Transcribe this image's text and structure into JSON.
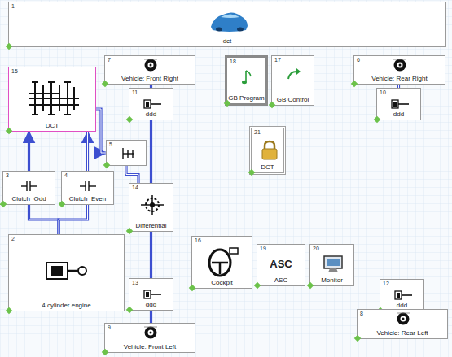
{
  "diagram": {
    "nodes": [
      {
        "text": [
          "1",
          "dct"
        ]
      },
      {
        "text": [
          "15",
          "DCT"
        ]
      },
      {
        "text": [
          "7",
          "Vehicle: Front Right"
        ]
      },
      {
        "text": [
          "18",
          "GB Program"
        ]
      },
      {
        "text": [
          "17",
          "GB Control"
        ]
      },
      {
        "text": [
          "6",
          "Vehicle: Rear Right"
        ]
      },
      {
        "text": [
          "11",
          "ddd"
        ]
      },
      {
        "text": [
          "10",
          "ddd"
        ]
      },
      {
        "text": [
          "5"
        ]
      },
      {
        "text": [
          "21",
          "DCT"
        ]
      },
      {
        "text": [
          "3",
          "Clutch_Odd"
        ]
      },
      {
        "text": [
          "4",
          "Clutch_Even"
        ]
      },
      {
        "text": [
          "14",
          "Differential"
        ]
      },
      {
        "text": [
          "2",
          "4 cylinder engine"
        ]
      },
      {
        "text": [
          "16",
          "Cockpit"
        ]
      },
      {
        "text": [
          "19",
          "ASC",
          "ASC"
        ]
      },
      {
        "text": [
          "20",
          "Monitor"
        ]
      },
      {
        "text": [
          "13",
          "ddd"
        ]
      },
      {
        "text": [
          "12",
          "ddd"
        ]
      },
      {
        "text": [
          "9",
          "Vehicle: Front Left"
        ]
      },
      {
        "text": [
          "8",
          "Vehicle: Rear Left"
        ]
      }
    ],
    "edges": [
      {
        "from": 13,
        "to": 10,
        "arrow": "none"
      },
      {
        "from": 13,
        "to": 11,
        "arrow": "none"
      },
      {
        "from": 10,
        "to": 1,
        "arrow": "to"
      },
      {
        "from": 11,
        "to": 1,
        "arrow": "to"
      },
      {
        "from": 1,
        "to": 8,
        "arrow": "to"
      },
      {
        "from": 8,
        "to": 12,
        "arrow": "none"
      },
      {
        "from": 12,
        "to": 6,
        "arrow": "none"
      },
      {
        "from": 6,
        "to": 2,
        "arrow": "none"
      },
      {
        "from": 12,
        "to": 17,
        "arrow": "none"
      },
      {
        "from": 17,
        "to": 19,
        "arrow": "none"
      },
      {
        "from": 7,
        "to": 5,
        "arrow": "none"
      },
      {
        "from": 18,
        "to": 20,
        "arrow": "none"
      }
    ]
  }
}
